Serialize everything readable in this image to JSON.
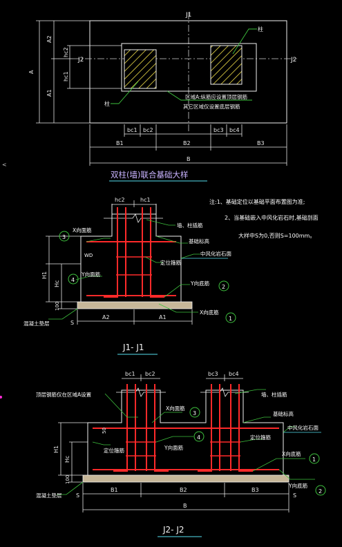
{
  "colors": {
    "background": "#000000",
    "outline": "#f2f2f2",
    "dimension": "#e8e8e8",
    "hatch_fill": "#f2e04a",
    "rebar": "#ff2a2a",
    "leader_green": "#3ec23e",
    "annotation": "#ffffff",
    "cyan": "#56e0f0",
    "magenta": "#ff2bd6",
    "concrete": "#c7b799"
  },
  "plan": {
    "axis_top": "J1",
    "axis_left": "J2",
    "axis_right": "J2",
    "dims_left": [
      "A",
      "A2",
      "A1",
      "hc2",
      "hc1"
    ],
    "column_label_right": "柱",
    "column_label_left": "柱",
    "note_line1": "区域A:纵筋应设置顶层钢筋",
    "note_line2": "其它区域仅设置底层钢筋",
    "dims_bottom_top": [
      "bc1",
      "bc2",
      "bc3",
      "bc4"
    ],
    "dims_bottom_mid": [
      "B1",
      "B2",
      "B3"
    ],
    "dim_total": "B",
    "title": "双柱(墙)联合基础大样"
  },
  "notes": {
    "line1": "注:1、基础定位以基础平面布置图为准;",
    "line2": "2、当基础嵌入中风化岩石时,基础剖面",
    "line3": "大样中S为0,否则S=100mm。"
  },
  "section1": {
    "dims_top": [
      "hc2",
      "hc1"
    ],
    "label_column_rebar": "墙、柱插筋",
    "label_top_elev": "基础标高",
    "label_rock": "中风化岩石面",
    "label_locating": "定位箍筋",
    "label_x_top": "X向面筋",
    "label_y_top": "Y向面筋",
    "label_y_bottom": "Y向底筋",
    "label_x_bottom": "X向底筋",
    "label_lean": "混凝土垫层",
    "dim_h1": "H1",
    "dim_h": "Hc",
    "dim_100": "100",
    "dim_s": "S",
    "dims_bottom": [
      "A2",
      "A1"
    ],
    "label_wc": "WD",
    "circles": [
      "3",
      "4",
      "2",
      "1"
    ],
    "title": "J1- J1"
  },
  "section2": {
    "dims_top_left": [
      "bc1",
      "bc2"
    ],
    "dims_top_right": [
      "bc3",
      "bc4"
    ],
    "label_top_rebar": "顶层钢筋仅在区域A设置",
    "label_x_top": "X向面筋",
    "label_y_top": "Y向面筋",
    "label_column_rebar": "墙、柱插筋",
    "label_top_elev": "基础标高",
    "label_rock": "中风化岩石面",
    "label_locating_left": "定位箍筋",
    "label_locating_right": "定位箍筋",
    "label_x_bottom": "X向底筋",
    "label_y_bottom": "Y向底筋",
    "label_lean": "混凝土垫层",
    "dim_h1": "H1",
    "dim_h": "Hc",
    "dim_100": "100",
    "dim_s": "S",
    "dims_bottom": [
      "B1",
      "B2",
      "B3"
    ],
    "dim_total": "B",
    "dim_50": "50",
    "circles": [
      "3",
      "4",
      "1",
      "2"
    ],
    "title": "J2- J2"
  }
}
